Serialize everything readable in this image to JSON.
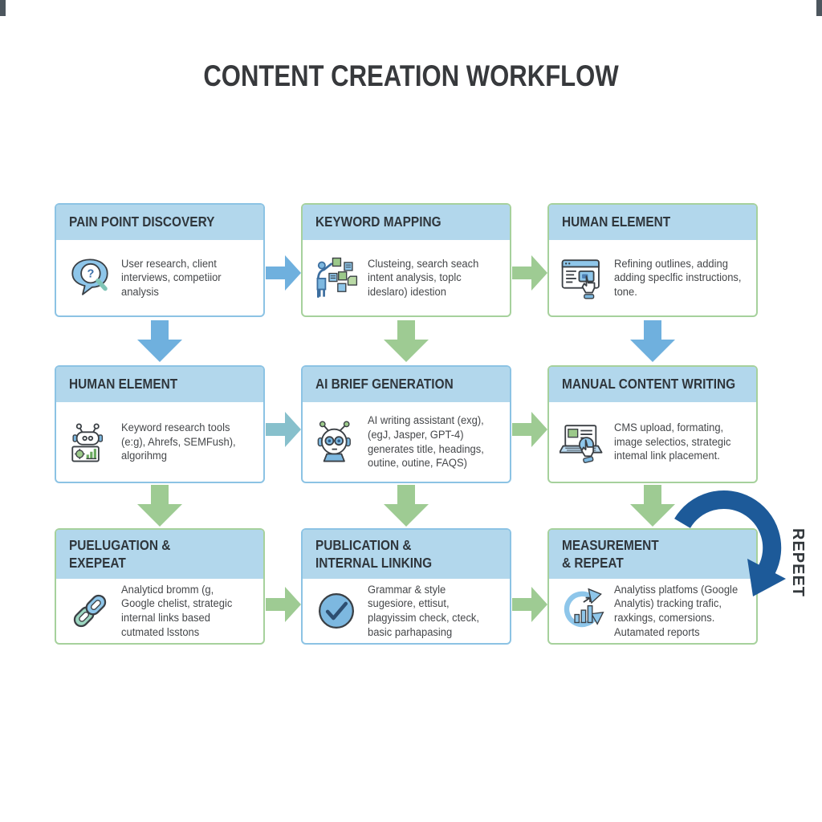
{
  "title": "CONTENT CREATION WORKFLOW",
  "repeat_label": "REPEET",
  "icons": {
    "question_mark": "?"
  },
  "colors": {
    "header_bg": "#b2d7ec",
    "border_blue": "#8cc3e4",
    "border_green": "#a6d19c",
    "arrow_blue": "#6fb0de",
    "arrow_green": "#9ecb93",
    "arrow_teal": "#87c0cc",
    "repeat_arrow_blue": "#1d5a99",
    "title_text": "#37393c",
    "body_text": "#45474a"
  },
  "boxes": [
    {
      "header_line1": "PAIN POINT DISCOVERY",
      "body": "User research, client interviews, competiior analysis",
      "icon": "speech-bubble-magnifier-icon"
    },
    {
      "header_line1": "KEYWORD MAPPING",
      "body": "Clusteing, search seach intent analysis, toplc ideslaro) idestion",
      "icon": "person-sticky-notes-icon"
    },
    {
      "header_line1": "HUMAN ELEMENT",
      "body": "Refining outlines, adding adding speclfic instructions, tone.",
      "icon": "browser-pointer-icon"
    },
    {
      "header_line1": "HUMAN ELEMENT",
      "body": "Keyword research tools (e:g), Ahrefs, SEMFush), algorihmg",
      "icon": "robot-chart-icon"
    },
    {
      "header_line1": "AI BRIEF GENERATION",
      "body": "AI writing assistant (exg), (egJ, Jasper, GPT-4) generates title, headings, outine, outine, FAQS)",
      "icon": "robot-head-icon"
    },
    {
      "header_line1": "MANUAL CONTENT WRITING",
      "body": "CMS upload, formating, image selectios, strategic intemal link placement.",
      "icon": "laptop-pointer-icon"
    },
    {
      "header_line1": "PUELUGATION &",
      "header_line2": "EXEPEAT",
      "body": "Analyticd bromm (g, Google chelist, strategic internal links based cutmated lsstons",
      "icon": "chain-link-icon"
    },
    {
      "header_line1": "PUBLICATION &",
      "header_line2": "INTERNAL LINKING",
      "body": "Grammar & style sugesiore, ettisut, plagyissim check, cteck, basic parhapasing",
      "icon": "check-circle-icon"
    },
    {
      "header_line1": "MEASUREMENT",
      "header_line2": "& REPEAT",
      "body": "Analytiss platfoms (Google Analytis) tracking trafic, raxkings, comersions. Autamated reports",
      "icon": "refresh-chart-icon"
    }
  ]
}
